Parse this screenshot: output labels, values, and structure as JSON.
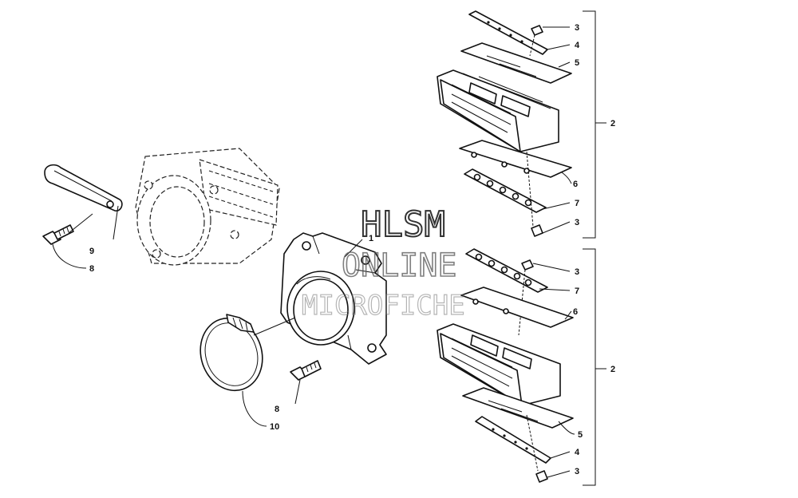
{
  "watermark": {
    "line1": "HLSM",
    "line2": "ONLINE",
    "line3": "MICROFICHE"
  },
  "callouts": {
    "part_1": "1",
    "part_2_upper": "2",
    "part_2_lower": "2",
    "part_3_a": "3",
    "part_3_b": "3",
    "part_3_c": "3",
    "part_3_d": "3",
    "part_4_upper": "4",
    "part_4_lower": "4",
    "part_5_upper": "5",
    "part_5_lower": "5",
    "part_6_upper": "6",
    "part_6_lower": "6",
    "part_7_upper": "7",
    "part_7_lower": "7",
    "part_8_left": "8",
    "part_8_center": "8",
    "part_9": "9",
    "part_10": "10"
  }
}
